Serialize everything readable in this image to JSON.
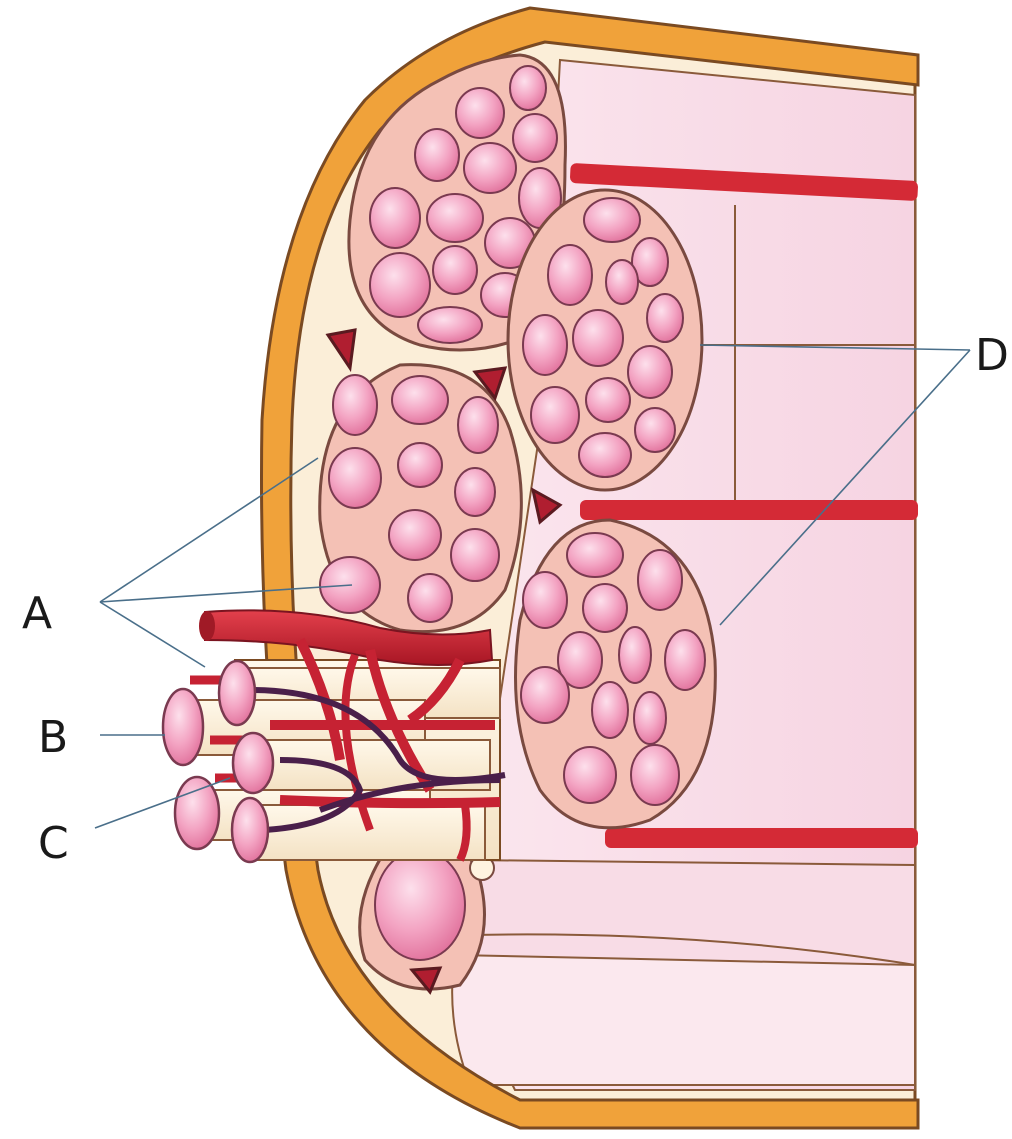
{
  "labels": {
    "a": "A",
    "b": "B",
    "c": "C",
    "d": "D"
  },
  "colors": {
    "epimysium": "#f0a23a",
    "fascicle": "#f2b9b0",
    "fibre": "#ef8fb0",
    "artery": "#cf1f2e",
    "vein": "#4a1f4a",
    "tissue": "#fbeed8"
  }
}
